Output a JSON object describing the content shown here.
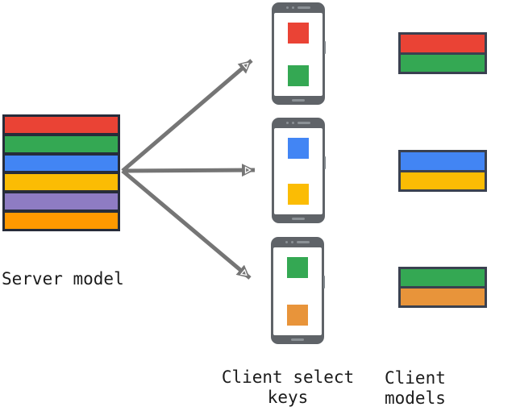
{
  "labels": {
    "server_model": "Server model",
    "client_select_keys": "Client select keys",
    "client_models": "Client models"
  },
  "colors": {
    "red": "#EA4335",
    "green": "#34A853",
    "blue": "#4285F4",
    "yellow": "#FBBC04",
    "purple": "#8E7CC3",
    "orange": "#FF9900",
    "orange_muted": "#E8943A",
    "arrow_gray": "#757575",
    "box_border": "#262C3A",
    "model_border": "#3A4150",
    "phone_frame": "#5F6368"
  },
  "server_model": {
    "layers": [
      "red",
      "green",
      "blue",
      "yellow",
      "purple",
      "orange"
    ]
  },
  "clients": [
    {
      "select_keys": [
        "red",
        "green"
      ],
      "model_layers": [
        "red",
        "green"
      ]
    },
    {
      "select_keys": [
        "blue",
        "yellow"
      ],
      "model_layers": [
        "blue",
        "yellow"
      ]
    },
    {
      "select_keys": [
        "green",
        "orange_muted"
      ],
      "model_layers": [
        "green",
        "orange_muted"
      ]
    }
  ]
}
